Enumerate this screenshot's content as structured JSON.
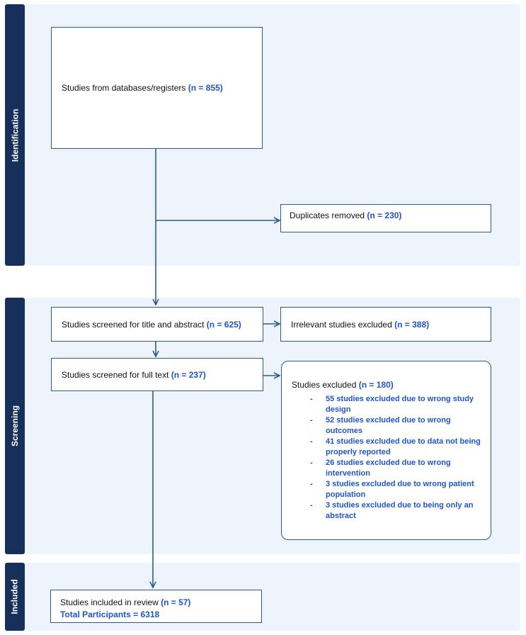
{
  "phases": {
    "identification": "Identification",
    "screening": "Screening",
    "included": "Included"
  },
  "boxes": {
    "databases": {
      "text": "Studies from databases/registers ",
      "count": "(n = 855)"
    },
    "duplicates": {
      "text": "Duplicates removed ",
      "count": "(n = 230)"
    },
    "screened_title": {
      "text": "Studies screened for title and abstract ",
      "count": "(n = 625)"
    },
    "irrelevant": {
      "text": "Irrelevant studies excluded ",
      "count": "(n = 388)"
    },
    "screened_full": {
      "text": "Studies screened for full text ",
      "count": "(n = 237)"
    },
    "excluded": {
      "text": "Studies excluded ",
      "count": "(n = 180)",
      "reasons": [
        "55 studies excluded due to wrong study design",
        "52 studies excluded due to wrong outcomes",
        "41 studies excluded due to data not being properly reported",
        "26 studies excluded due to wrong intervention",
        "3 studies excluded due to wrong patient population",
        "3 studies excluded due to being only an abstract"
      ]
    },
    "included": {
      "text": "Studies included in review ",
      "count": "(n = 57)",
      "participants": "Total Participants = 6318"
    }
  },
  "colors": {
    "sidebar": "#17305a",
    "panel": "#eef4fb",
    "border": "#2e5a86",
    "highlight": "#1f55c8"
  }
}
